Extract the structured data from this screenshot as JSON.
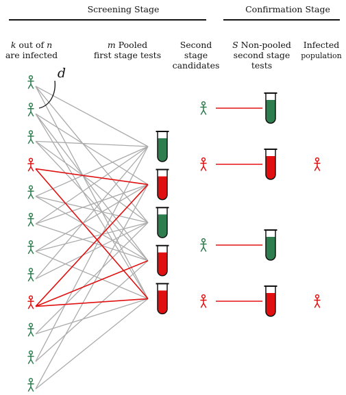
{
  "stages": {
    "screening": "Screening Stage",
    "confirmation": "Confirmation Stage"
  },
  "headers": {
    "population": {
      "var": "k",
      "mid": " out of ",
      "var2": "n",
      "line2": "are infected"
    },
    "pooled": {
      "var": "m",
      "text": " Pooled",
      "line2": "first stage tests"
    },
    "candidates": {
      "line1": "Second stage",
      "line2": "candidates"
    },
    "nonpooled": {
      "var": "S",
      "text": " Non-pooled",
      "line2": "second stage",
      "line3": "tests"
    },
    "infected": {
      "line1": "Infected",
      "line2": "population"
    }
  },
  "degree_label": "d",
  "colors": {
    "healthy": "#2e7d4f",
    "infected": "#e01010",
    "edge": "#aaaaaa",
    "infected_edge": "#e01010"
  },
  "population": [
    {
      "status": "healthy"
    },
    {
      "status": "healthy"
    },
    {
      "status": "healthy"
    },
    {
      "status": "infected"
    },
    {
      "status": "healthy"
    },
    {
      "status": "healthy"
    },
    {
      "status": "healthy"
    },
    {
      "status": "healthy"
    },
    {
      "status": "infected"
    },
    {
      "status": "healthy"
    },
    {
      "status": "healthy"
    },
    {
      "status": "healthy"
    }
  ],
  "pooled_tests": [
    {
      "result": "negative"
    },
    {
      "result": "positive"
    },
    {
      "result": "negative"
    },
    {
      "result": "positive"
    },
    {
      "result": "positive"
    }
  ],
  "edges": [
    [
      0,
      0
    ],
    [
      0,
      2
    ],
    [
      0,
      4
    ],
    [
      1,
      1
    ],
    [
      1,
      3
    ],
    [
      1,
      4
    ],
    [
      2,
      0
    ],
    [
      2,
      2
    ],
    [
      2,
      3
    ],
    [
      3,
      1
    ],
    [
      3,
      4
    ],
    [
      4,
      0
    ],
    [
      4,
      2
    ],
    [
      4,
      3
    ],
    [
      5,
      0
    ],
    [
      5,
      1
    ],
    [
      5,
      3
    ],
    [
      6,
      1
    ],
    [
      6,
      2
    ],
    [
      6,
      4
    ],
    [
      7,
      0
    ],
    [
      7,
      2
    ],
    [
      8,
      1
    ],
    [
      8,
      3
    ],
    [
      8,
      4
    ],
    [
      9,
      2
    ],
    [
      9,
      4
    ],
    [
      10,
      0
    ],
    [
      10,
      3
    ],
    [
      11,
      1
    ],
    [
      11,
      4
    ]
  ],
  "candidates": [
    {
      "status": "healthy",
      "test": "negative",
      "infected": false
    },
    {
      "status": "infected",
      "test": "positive",
      "infected": true
    },
    {
      "status": "healthy",
      "test": "negative",
      "infected": false
    },
    {
      "status": "infected",
      "test": "positive",
      "infected": true
    }
  ]
}
